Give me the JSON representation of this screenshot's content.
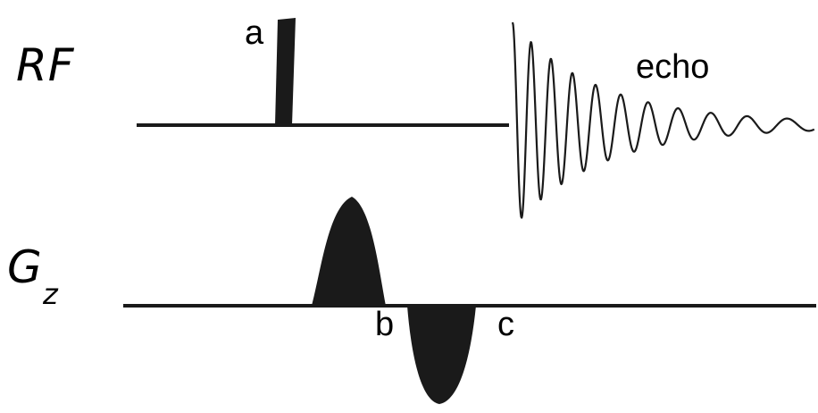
{
  "diagram": {
    "rf_axis_label": "RF",
    "gz_axis_label": "G",
    "gz_axis_subscript": "z",
    "pulse_label": "a",
    "echo_label": "echo",
    "gradient_point_b": "b",
    "gradient_point_c": "c"
  },
  "colors": {
    "ink": "#1a1a1a",
    "background": "#ffffff"
  }
}
